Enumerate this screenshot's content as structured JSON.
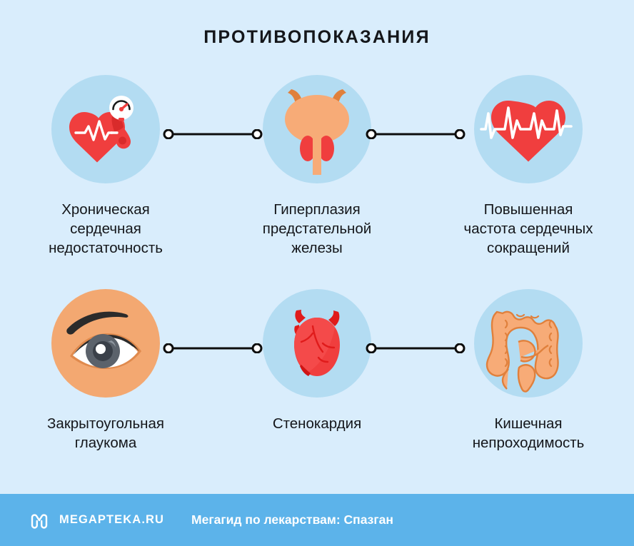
{
  "page": {
    "title": "ПРОТИВОПОКАЗАНИЯ",
    "background_color": "#d9edfc"
  },
  "colors": {
    "background": "#d9edfc",
    "circle_blue": "#b3dcf2",
    "circle_skin": "#f3a871",
    "heart_red": "#f03e3e",
    "organ_peach": "#f7ab77",
    "organ_orange": "#e0803c",
    "footer_blue": "#5cb3ea",
    "text_dark": "#14161a",
    "connector_black": "#0d0d0d",
    "white": "#ffffff"
  },
  "rows": [
    {
      "cells": [
        {
          "icon_name": "heart-blood-pressure-icon",
          "icon_circle": "blue",
          "label": "Хроническая\nсердечная\nнедостаточность"
        },
        {
          "icon_name": "bladder-prostate-icon",
          "icon_circle": "blue",
          "label": "Гиперплазия\nпредстательной\nжелезы"
        },
        {
          "icon_name": "heart-ecg-pulse-icon",
          "icon_circle": "blue",
          "label": "Повышенная\nчастота сердечных\nсокращений"
        }
      ],
      "connectors": [
        "connector-line",
        "connector-line"
      ]
    },
    {
      "cells": [
        {
          "icon_name": "eye-glaucoma-icon",
          "icon_circle": "skin",
          "label": "Закрытоугольная\nглаукома"
        },
        {
          "icon_name": "anatomical-heart-icon",
          "icon_circle": "blue",
          "label": "Стенокардия"
        },
        {
          "icon_name": "intestine-icon",
          "icon_circle": "blue",
          "label": "Кишечная\nнепроходимость"
        }
      ],
      "connectors": [
        "connector-line",
        "connector-line"
      ]
    }
  ],
  "footer": {
    "logo_icon": "megapteka-m-logo-icon",
    "brand": "MEGAPTEKA.RU",
    "tagline": "Мегагид по лекарствам: Спазган"
  }
}
